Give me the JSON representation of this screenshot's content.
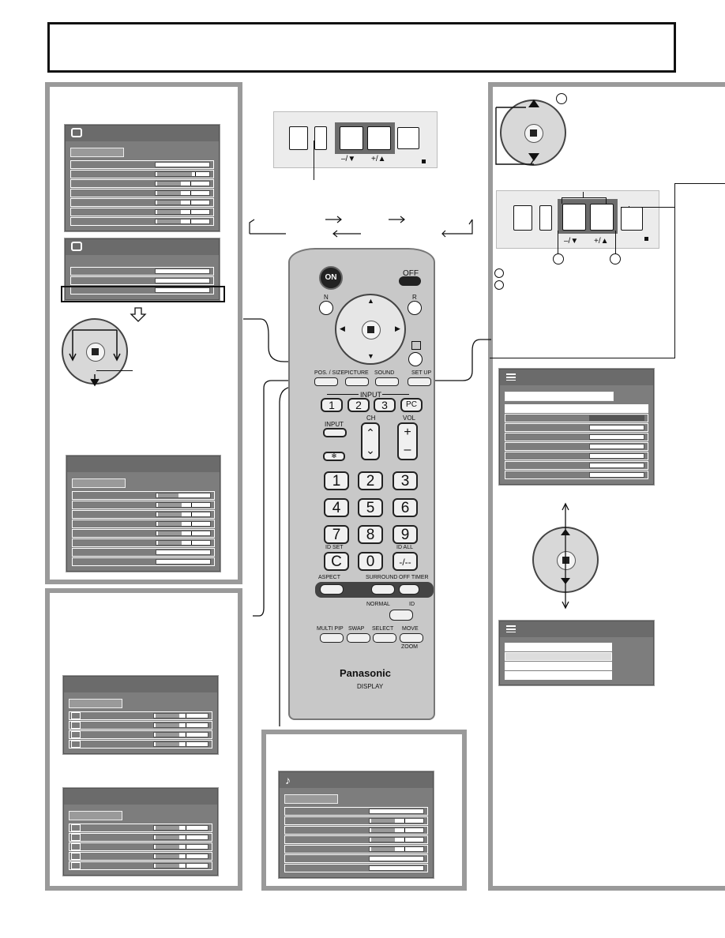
{
  "remote": {
    "on_label": "ON",
    "off_label": "OFF",
    "n_label": "N",
    "r_label": "R",
    "pos_size_label": "POS. / SIZE",
    "picture_label": "PICTURE",
    "sound_label": "SOUND",
    "setup_label": "SET UP",
    "input_header": "INPUT",
    "input_1": "1",
    "input_2": "2",
    "input_3": "3",
    "input_pc": "PC",
    "input_label": "INPUT",
    "ch_label": "CH",
    "vol_label": "VOL",
    "num_1": "1",
    "num_2": "2",
    "num_3": "3",
    "num_4": "4",
    "num_5": "5",
    "num_6": "6",
    "num_7": "7",
    "num_8": "8",
    "num_9": "9",
    "id_set_label": "ID SET",
    "id_all_label": "ID ALL",
    "c_label": "C",
    "num_0": "0",
    "dash_label": "-/--",
    "aspect_label": "ASPECT",
    "surround_label": "SURROUND",
    "off_timer_label": "OFF TIMER",
    "normal_label": "NORMAL",
    "id_label": "ID",
    "multi_pip_label": "MULTI PIP",
    "swap_label": "SWAP",
    "select_label": "SELECT",
    "move_label": "MOVE",
    "zoom_label": "ZOOM",
    "brand": "Panasonic",
    "display_label": "DISPLAY"
  },
  "unit_panel": {
    "minus_down": "–/▼",
    "plus_up": "+/▲"
  },
  "icons": {
    "picture": "display-icon",
    "sound": "note-icon",
    "setup": "list-icon"
  }
}
